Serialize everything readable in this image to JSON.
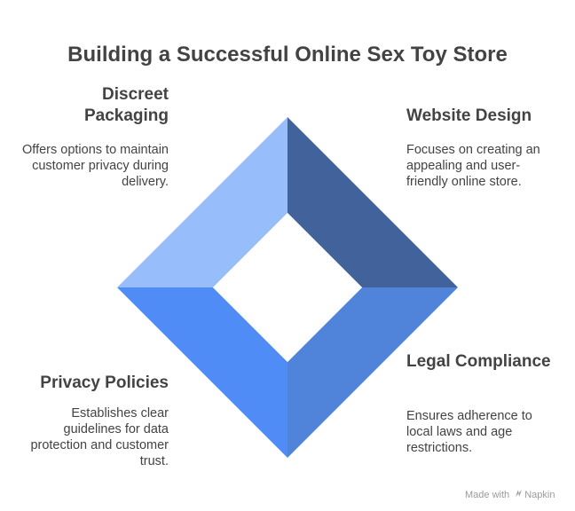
{
  "title": "Building a Successful Online Sex Toy Store",
  "colors": {
    "top_left": "#98bdfb",
    "top_right": "#41629a",
    "bottom_left": "#4f8cf6",
    "bottom_right": "#4f84da",
    "center": "#ffffff",
    "text": "#434343"
  },
  "quadrants": {
    "top_left": {
      "title": "Discreet Packaging",
      "description": "Offers options to maintain customer privacy during delivery."
    },
    "top_right": {
      "title": "Website Design",
      "description": "Focuses on creating an appealing and user-friendly online store."
    },
    "bottom_left": {
      "title": "Privacy Policies",
      "description": "Establishes clear guidelines for data protection and customer trust."
    },
    "bottom_right": {
      "title": "Legal Compliance",
      "description": "Ensures adherence to local laws and age restrictions."
    }
  },
  "watermark": {
    "prefix": "Made with",
    "brand": "Napkin",
    "icon": "napkin-logo-icon"
  }
}
